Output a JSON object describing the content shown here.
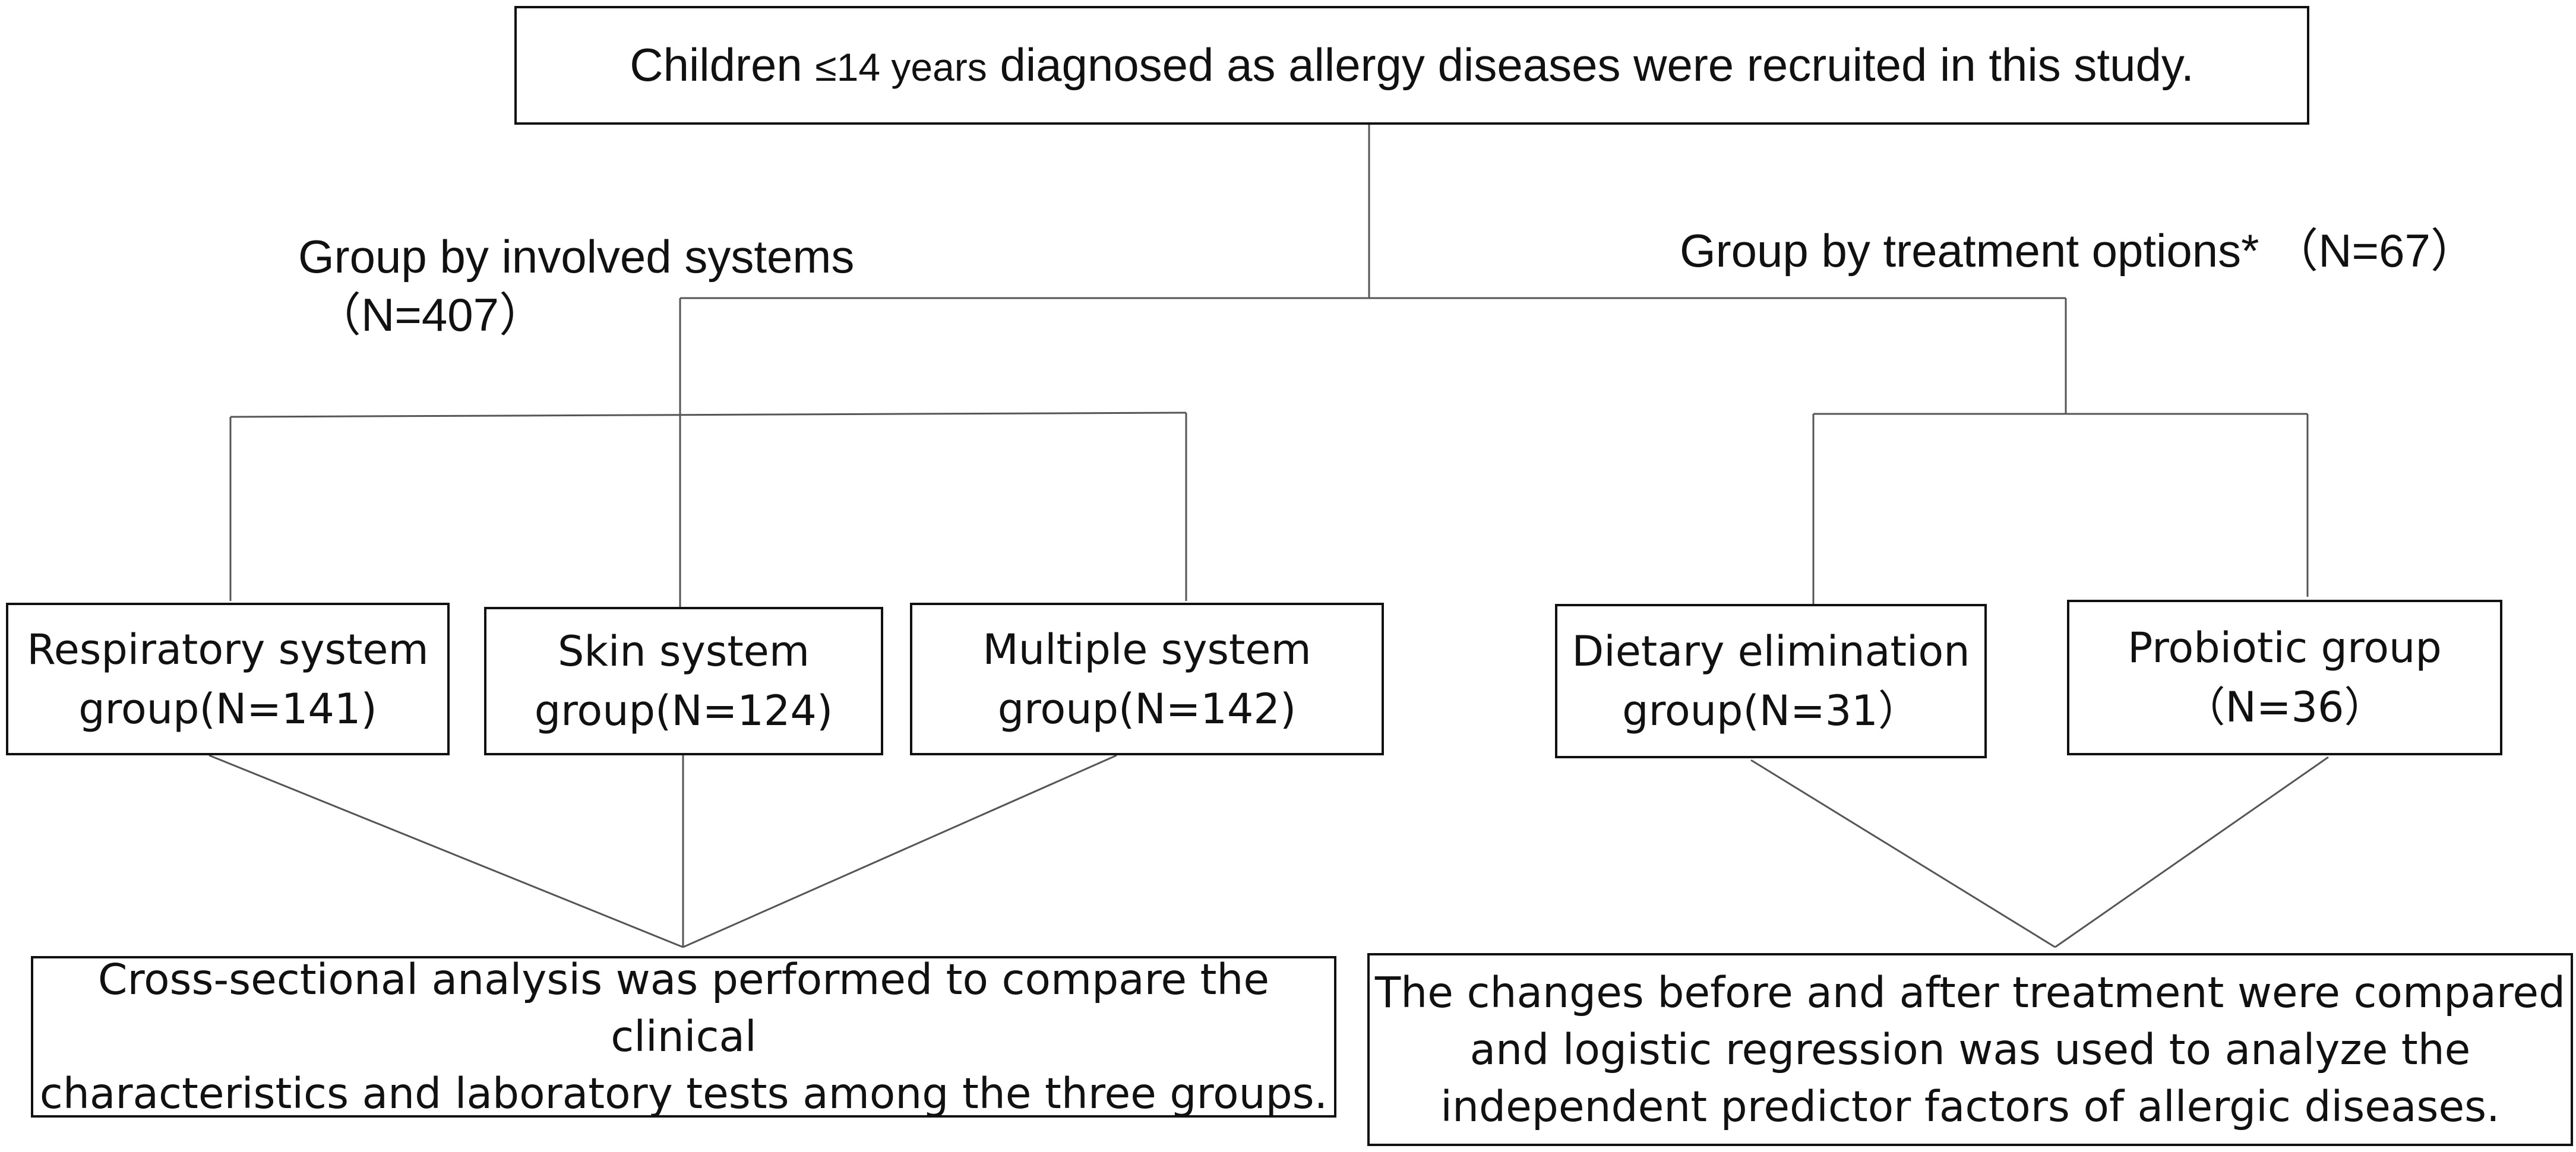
{
  "top_box": {
    "text_a": "Children ",
    "text_b": "≤14 years",
    "text_c": " diagnosed as allergy diseases were recruited in this study."
  },
  "branch_labels": {
    "left_line1": "Group by  involved systems",
    "left_line2": "（N=407）",
    "right": "Group by treatment options*  （N=67）"
  },
  "system_groups": [
    {
      "line1": "Respiratory system",
      "line2": "group(N=141)"
    },
    {
      "line1": "Skin system",
      "line2": "group(N=124)"
    },
    {
      "line1": "Multiple system",
      "line2": "group(N=142)"
    }
  ],
  "treatment_groups": [
    {
      "line1": "Dietary elimination",
      "line2": "group(N=31）"
    },
    {
      "line1": "Probiotic group",
      "line2": "（N=36）"
    }
  ],
  "analysis": {
    "left_line1": "Cross-sectional analysis was performed to compare the clinical",
    "left_line2": "characteristics and laboratory tests among the three groups.",
    "right_line1": "The changes before and after treatment were compared",
    "right_line2": "and logistic regression was used to analyze the",
    "right_line3": "independent predictor factors of allergic diseases."
  }
}
